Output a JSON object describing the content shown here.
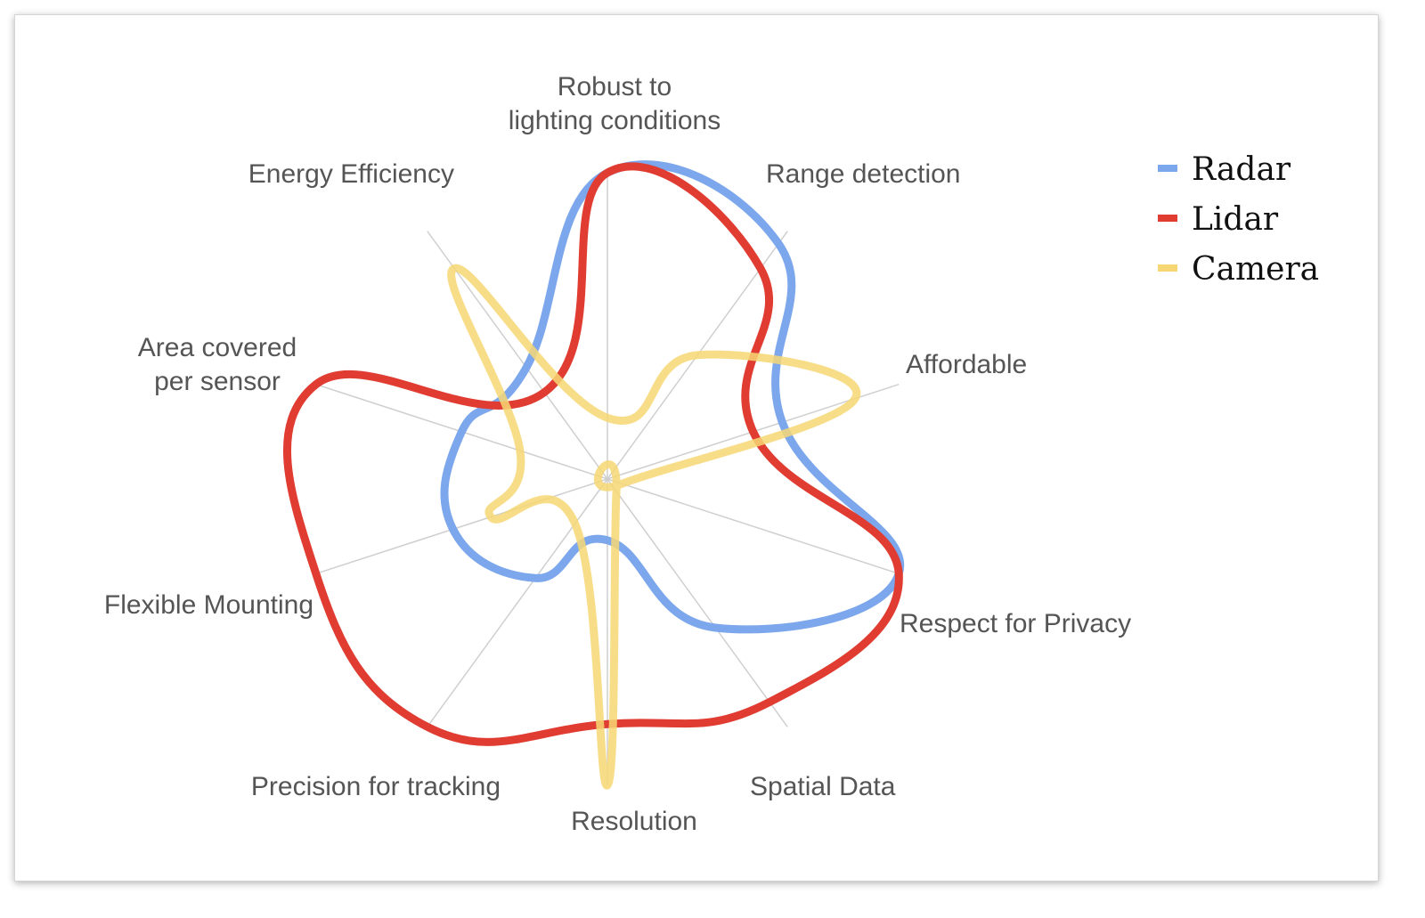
{
  "chart_data": {
    "type": "radar",
    "axes": [
      "Robust to lighting conditions",
      "Range detection",
      "Affordable",
      "Respect for Privacy",
      "Spatial Data",
      "Resolution",
      "Precision for tracking",
      "Flexible Mounting",
      "Area covered per sensor",
      "Energy Efficiency"
    ],
    "axis_label_lines": [
      [
        "Robust to",
        "lighting conditions"
      ],
      [
        "Range detection"
      ],
      [
        "Affordable"
      ],
      [
        "Respect for Privacy"
      ],
      [
        "Spatial Data"
      ],
      [
        "Resolution"
      ],
      [
        "Precision for tracking"
      ],
      [
        "Flexible Mounting"
      ],
      [
        "Area covered",
        "per sensor"
      ],
      [
        "Energy Efficiency"
      ]
    ],
    "range": [
      0,
      10
    ],
    "curve": "smooth",
    "series": [
      {
        "name": "Radar",
        "color": "#7ca7ec",
        "values": [
          10,
          9.5,
          6.0,
          10,
          6.0,
          2.0,
          4.0,
          5.3,
          5.0,
          4.5
        ]
      },
      {
        "name": "Lidar",
        "color": "#e03c31",
        "values": [
          10,
          8.5,
          5.0,
          10,
          9.0,
          8.0,
          10,
          10,
          10,
          3.5
        ]
      },
      {
        "name": "Camera",
        "color": "#f7d774",
        "values": [
          2.0,
          5.0,
          8.5,
          0.5,
          0.5,
          10,
          1.8,
          4.0,
          3.0,
          8.5
        ]
      }
    ],
    "legend": {
      "position": "top-right"
    },
    "grid": true
  }
}
